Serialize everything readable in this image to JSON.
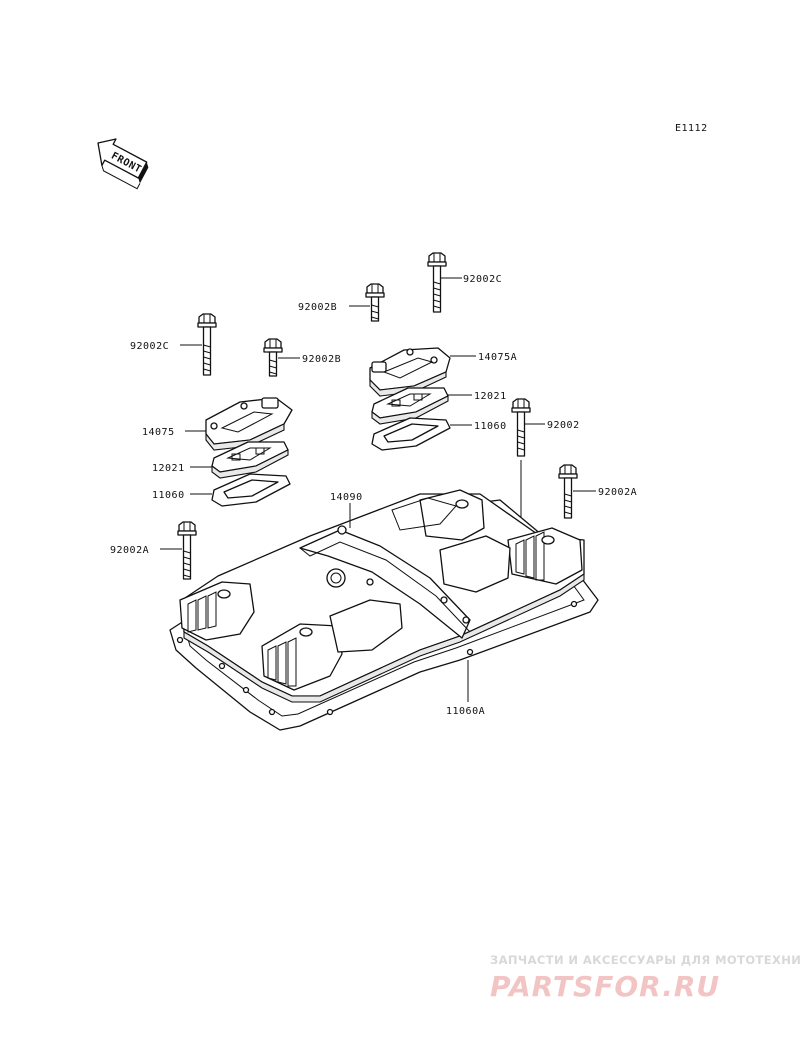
{
  "diagram": {
    "code": "E1112",
    "front_marker": "FRONT",
    "labels": {
      "bolt_92002c_upper": "92002C",
      "bolt_92002b_upper": "92002B",
      "bolt_92002c_left": "92002C",
      "bolt_92002b_left": "92002B",
      "cover_14075a": "14075A",
      "plate_12021_right": "12021",
      "gasket_11060_right": "11060",
      "bolt_92002": "92002",
      "cover_14075": "14075",
      "plate_12021_left": "12021",
      "gasket_11060_left": "11060",
      "bolt_92002a_right": "92002A",
      "head_cover_14090": "14090",
      "bolt_92002a_left": "92002A",
      "gasket_11060a": "11060A"
    }
  },
  "watermark": {
    "tagline": "ЗАПЧАСТИ И АКСЕССУАРЫ ДЛЯ МОТОТЕХНИКИ",
    "brand": "PARTSFOR.RU"
  }
}
